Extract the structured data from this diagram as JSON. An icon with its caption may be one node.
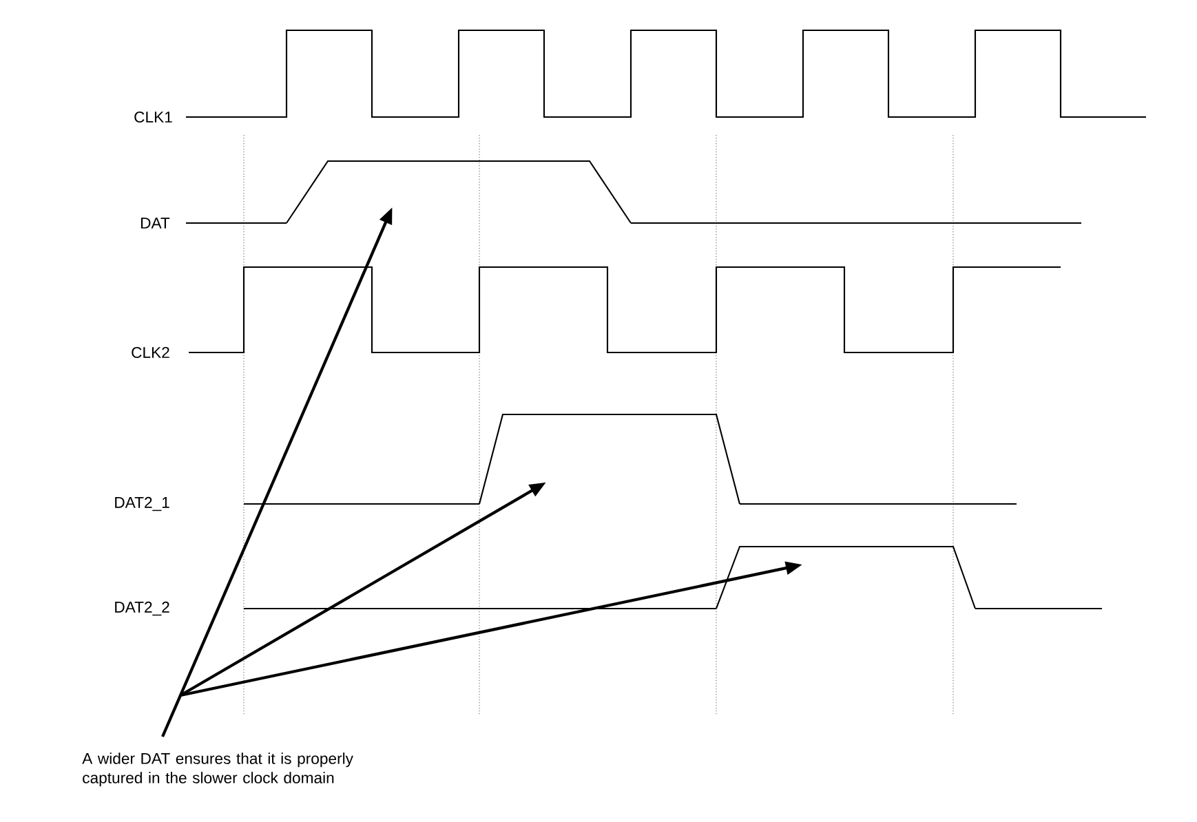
{
  "diagram": {
    "nodes": [
      {
        "text": [
          "A wider DAT ensures that it is properly captured in the slower clock domain"
        ]
      },
      {
        "text": [],
        "shape": "waveform"
      },
      {
        "text": [],
        "shape": "waveform"
      },
      {
        "text": [],
        "shape": "waveform"
      }
    ],
    "edges": [
      {
        "from": 0,
        "to": 1,
        "arrow": "to"
      },
      {
        "from": 0,
        "to": 2,
        "arrow": "to"
      },
      {
        "from": 0,
        "to": 3,
        "arrow": "to"
      }
    ],
    "labels": [
      "CLK1",
      "DAT",
      "CLK2",
      "DAT2_1",
      "DAT2_2"
    ]
  }
}
